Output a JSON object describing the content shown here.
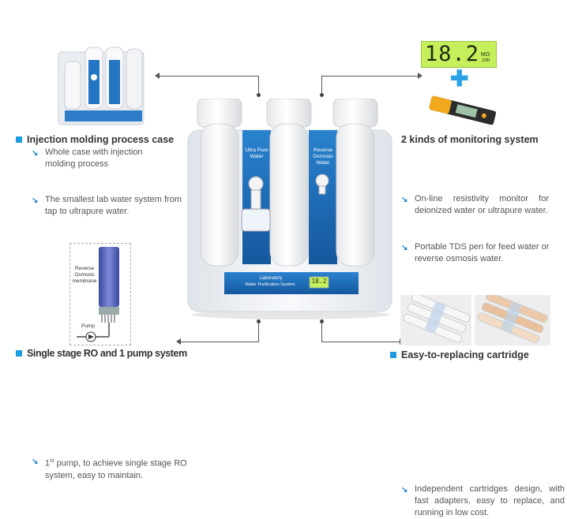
{
  "features": {
    "top_left": {
      "title": "Injection molding process case",
      "bullets": [
        "Whole case with injection molding process",
        "The smallest lab water system from tap to ultrapure water."
      ]
    },
    "top_right": {
      "title": "2 kinds of monitoring system",
      "bullets": [
        "On-line resistivity monitor for deionized water or ultrapure water.",
        "Portable TDS pen for feed water or reverse osmosis water."
      ]
    },
    "bottom_left": {
      "title": "Single stage RO and 1 pump system",
      "bullet_sup_prefix": "1",
      "bullet_sup": "st",
      "bullet_rest": " pump, to achieve single stage RO system, easy to maintain."
    },
    "bottom_right": {
      "title": "Easy-to-replacing cartridge",
      "bullets": [
        "Independent cartridges design, with fast adapters, easy to replace, and running in low cost."
      ]
    }
  },
  "monitor": {
    "value": "18.2",
    "unit": "MΩ .cm"
  },
  "device": {
    "panel_left": "Ultra Pure Water",
    "panel_right": "Reverse Osmosis Water",
    "brand_line1": "Laboratory",
    "brand_line2": "Water Purification System",
    "display_value": "18.2"
  },
  "ro_diagram": {
    "label": "Reverse Osmosis membrane",
    "pump_label": "Pump"
  },
  "colors": {
    "accent": "#1f9be0",
    "panel_blue": "#1b6fb8",
    "lcd_green": "#c6ef5c"
  }
}
